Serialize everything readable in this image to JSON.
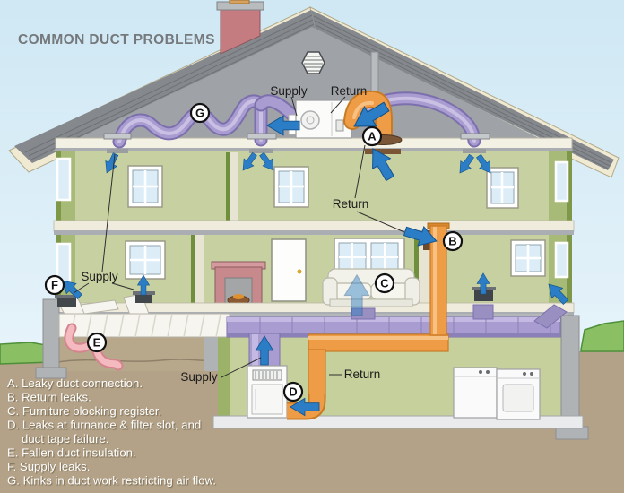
{
  "title": "COMMON DUCT PROBLEMS",
  "legend": {
    "lines": [
      "A. Leaky duct connection.",
      "B. Return leaks.",
      "C. Furniture blocking register.",
      "D. Leaks at furnance & filter slot, and",
      "duct tape failure.",
      "E. Fallen duct insulation.",
      "F. Supply leaks.",
      "G. Kinks in duct work restricting air flow."
    ]
  },
  "labels": {
    "attic_supply": "Supply",
    "attic_return": "Return",
    "second_floor_return": "Return",
    "first_floor_supply": "Supply",
    "basement_supply": "Supply",
    "basement_return": "Return"
  },
  "markers": {
    "a": "A",
    "b": "B",
    "c": "C",
    "d": "D",
    "e": "E",
    "f": "F",
    "g": "G"
  },
  "colors": {
    "sky": "#d6ecf6",
    "roof_gray": "#85898e",
    "fascia_cream": "#f1ead2",
    "attic_gray": "#9fa2a6",
    "wall_green": "#c7d0a0",
    "side_wall_green": "#a8ba78",
    "supply_duct_purple": "#a89cd0",
    "return_duct_orange": "#ef9c47",
    "airflow_arrow_blue": "#2b7ec6",
    "insulation_pink": "#f4bac0",
    "soil_brown": "#b3a287",
    "grass_green": "#8abf63",
    "chimney_brick": "#c47c80",
    "title_text": "#75797c",
    "legend_text": "#ffffff"
  }
}
